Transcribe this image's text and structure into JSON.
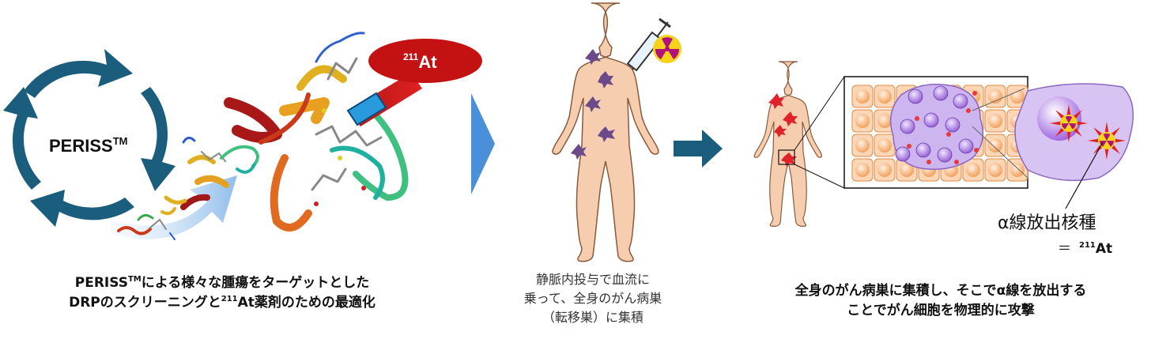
{
  "diagram": {
    "cycle_label": "PERISS",
    "cycle_label_sup": "TM",
    "at_badge_mass": "211",
    "at_badge_symbol": "At",
    "legend_label": "α線放出核種",
    "legend_eq": "＝",
    "legend_mass": "211",
    "legend_symbol": "At",
    "colors": {
      "cycle_arrows": "#1a5d7c",
      "process_arrow": "#4a90d9",
      "step_arrow": "#1a5d7c",
      "at_badge": "#c41212",
      "body_fill": "#f7cdb0",
      "body_stroke": "#8a5a3c",
      "metastasis": "#6b4a8a",
      "tumor_red": "#e0222a",
      "normal_cell": "#f0a060",
      "cancer_cell": "#9a6ad0"
    }
  },
  "captions": {
    "left_line1_prefix": "PERISS",
    "left_line1_sup": "TM",
    "left_line1_suffix": "による様々な腫瘍をターゲットとした",
    "left_line2_prefix": "DRPのスクリーニングと",
    "left_line2_sup": "211",
    "left_line2_suffix": "At薬剤のための最適化",
    "middle_line1": "静脈内投与で血流に",
    "middle_line2": "乗って、全身のがん病巣",
    "middle_line3": "（転移巣）に集積",
    "right_line1": "全身のがん病巣に集積し、そこでα線を放出する",
    "right_line2": "ことでがん細胞を物理的に攻撃"
  }
}
